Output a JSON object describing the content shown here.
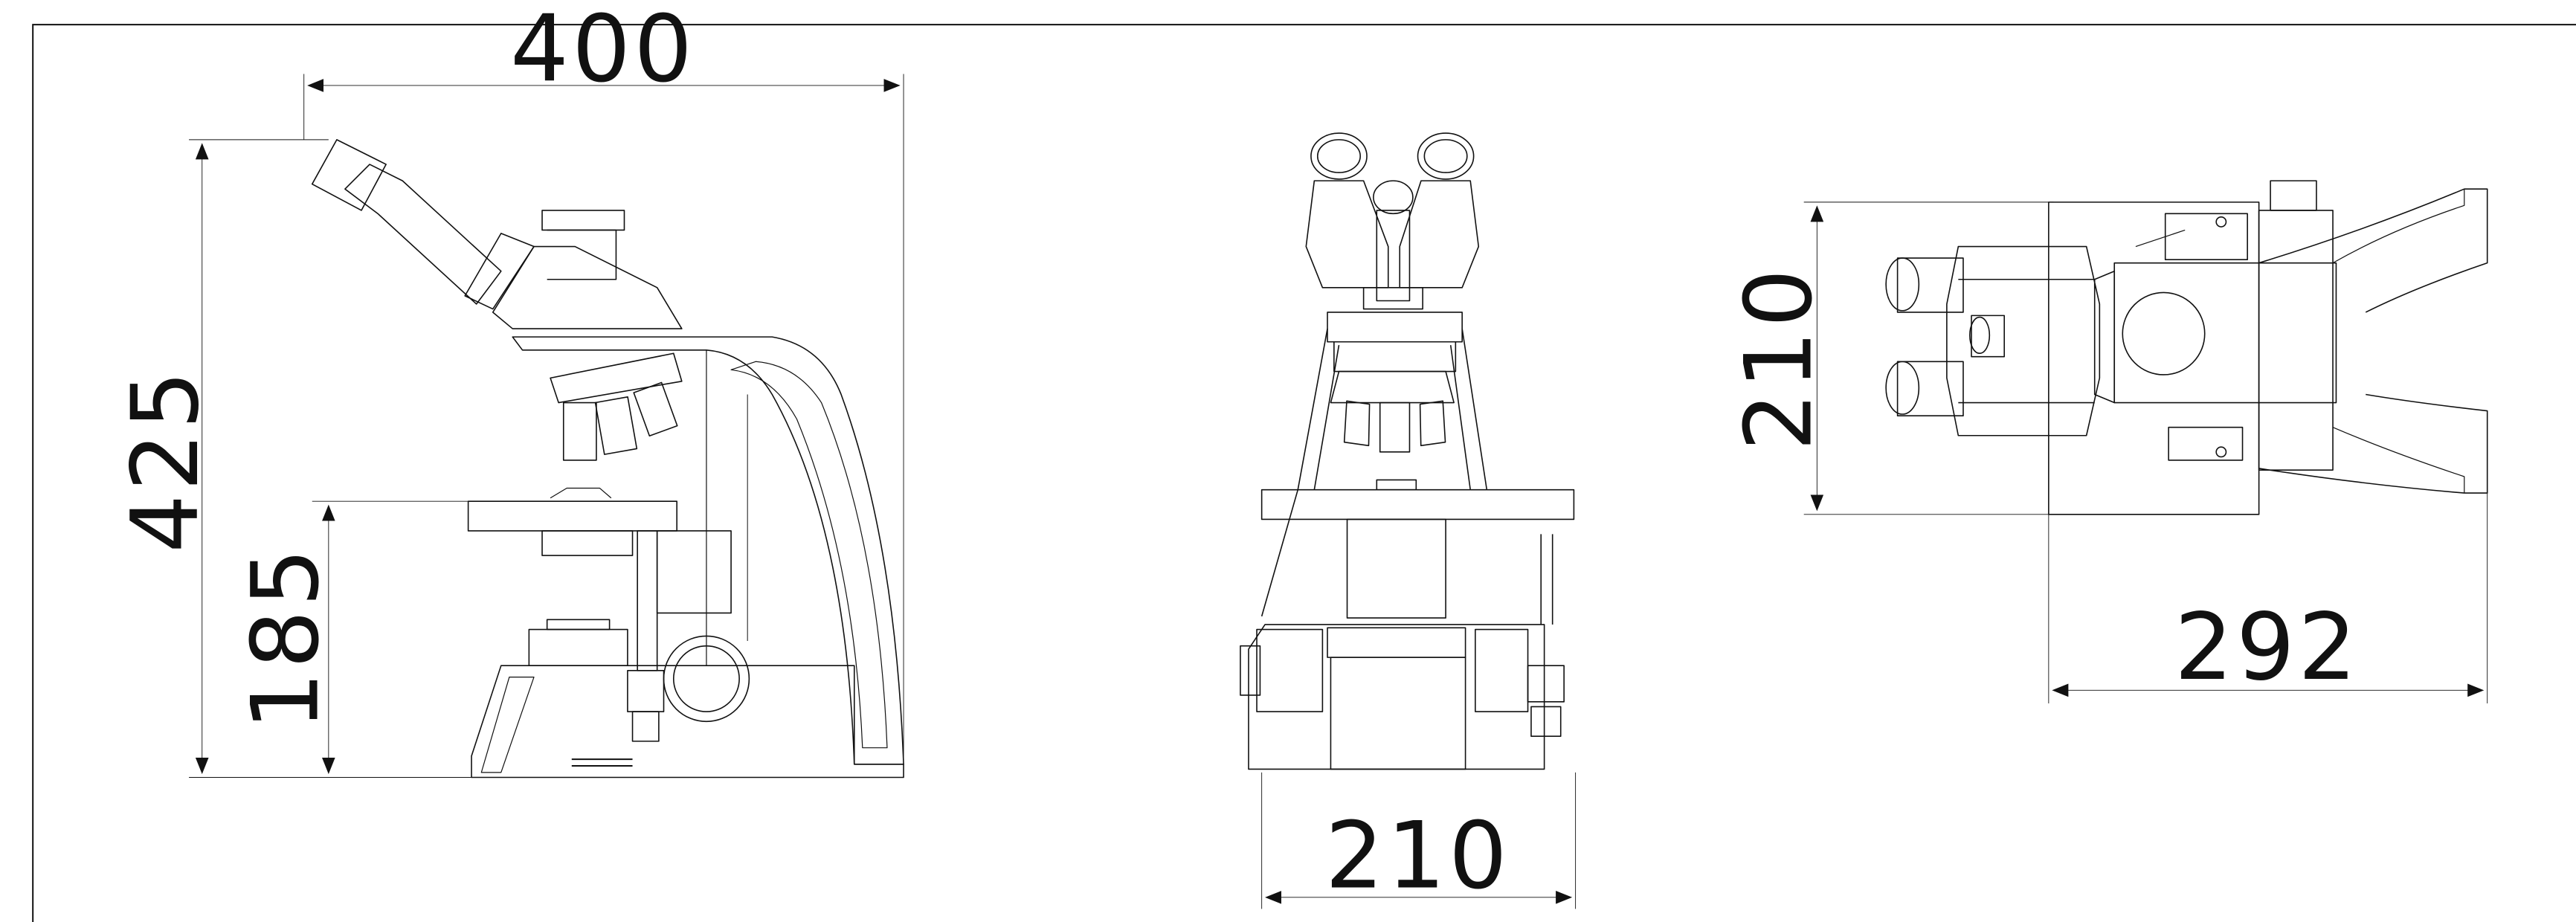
{
  "drawing": {
    "views": {
      "side": {
        "width_dim": "400",
        "height_dim": "425",
        "stage_height_dim": "185"
      },
      "front": {
        "width_dim": "210"
      },
      "top": {
        "depth_dim": "210",
        "length_dim": "292"
      }
    }
  }
}
